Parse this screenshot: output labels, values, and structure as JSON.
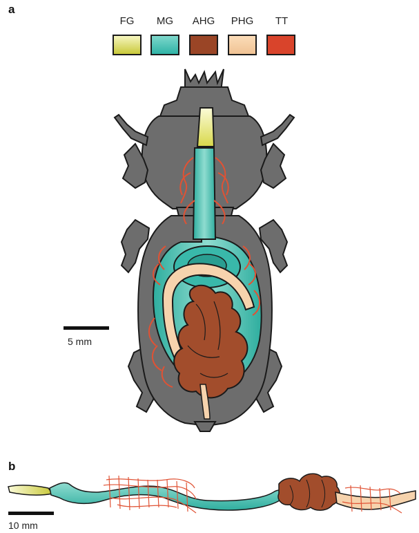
{
  "panels": {
    "a": {
      "label": "a"
    },
    "b": {
      "label": "b"
    }
  },
  "legend": [
    {
      "key": "FG",
      "color_light": "#f6f6c0",
      "color": "#c9c93a"
    },
    {
      "key": "MG",
      "color_light": "#7ed8cc",
      "color": "#2fb3a6"
    },
    {
      "key": "AHG",
      "color_light": "#b85a36",
      "color": "#9a4526"
    },
    {
      "key": "PHG",
      "color_light": "#fbdcb8",
      "color": "#f0c394"
    },
    {
      "key": "TT",
      "color_light": "#e8553a",
      "color": "#d9442b"
    }
  ],
  "scale_bars": {
    "a": {
      "text": "5 mm"
    },
    "b": {
      "text": "10 mm"
    }
  },
  "colors": {
    "body": "#6d6d6d",
    "outline": "#1a1a1a",
    "background": "#ffffff"
  }
}
